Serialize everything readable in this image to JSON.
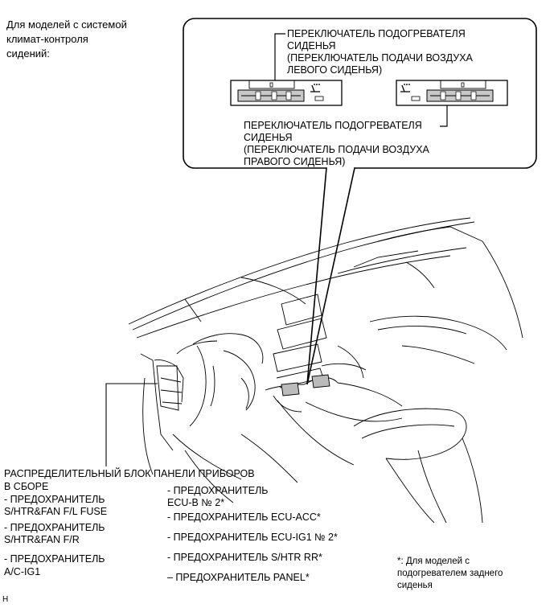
{
  "header": {
    "line1": "Для моделей с системой",
    "line2": "климат-контроля",
    "line3": "сидений:"
  },
  "callout": {
    "left_switch": {
      "l1": "ПЕРЕКЛЮЧАТЕЛЬ ПОДОГРЕВАТЕЛЯ",
      "l2": "СИДЕНЬЯ",
      "l3": "(ПЕРЕКЛЮЧАТЕЛЬ ПОДАЧИ ВОЗДУХА",
      "l4": "ЛЕВОГО СИДЕНЬЯ)"
    },
    "right_switch": {
      "l1": "ПЕРЕКЛЮЧАТЕЛЬ ПОДОГРЕВАТЕЛЯ",
      "l2": "СИДЕНЬЯ",
      "l3": "(ПЕРЕКЛЮЧАТЕЛЬ ПОДАЧИ ВОЗДУХА",
      "l4": "ПРАВОГО СИДЕНЬЯ)"
    }
  },
  "junction_block": {
    "title1": "РАСПРЕДЕЛИТЕЛЬНЫЙ БЛОК ПАНЕЛИ ПРИБОРОВ",
    "title2": "В СБОРЕ",
    "left_items": [
      [
        "- ПРЕДОХРАНИТЕЛЬ",
        "S/HTR&FAN F/L FUSE"
      ],
      [
        "- ПРЕДОХРАНИТЕЛЬ",
        "S/HTR&FAN F/R"
      ],
      [
        "- ПРЕДОХРАНИТЕЛЬ",
        "A/C-IG1"
      ]
    ],
    "right_items": [
      [
        "- ПРЕДОХРАНИТЕЛЬ",
        "ECU-B № 2*"
      ],
      [
        "- ПРЕДОХРАНИТЕЛЬ ECU-ACC*"
      ],
      [
        "- ПРЕДОХРАНИТЕЛЬ ECU-IG1 № 2*"
      ],
      [
        "- ПРЕДОХРАНИТЕЛЬ S/HTR RR*"
      ],
      [
        "– ПРЕДОХРАНИТЕЛЬ PANEL*"
      ]
    ]
  },
  "footnote": {
    "l1": "*: Для моделей с",
    "l2": "подогревателем заднего",
    "l3": "сиденья"
  },
  "corner_mark": "H"
}
